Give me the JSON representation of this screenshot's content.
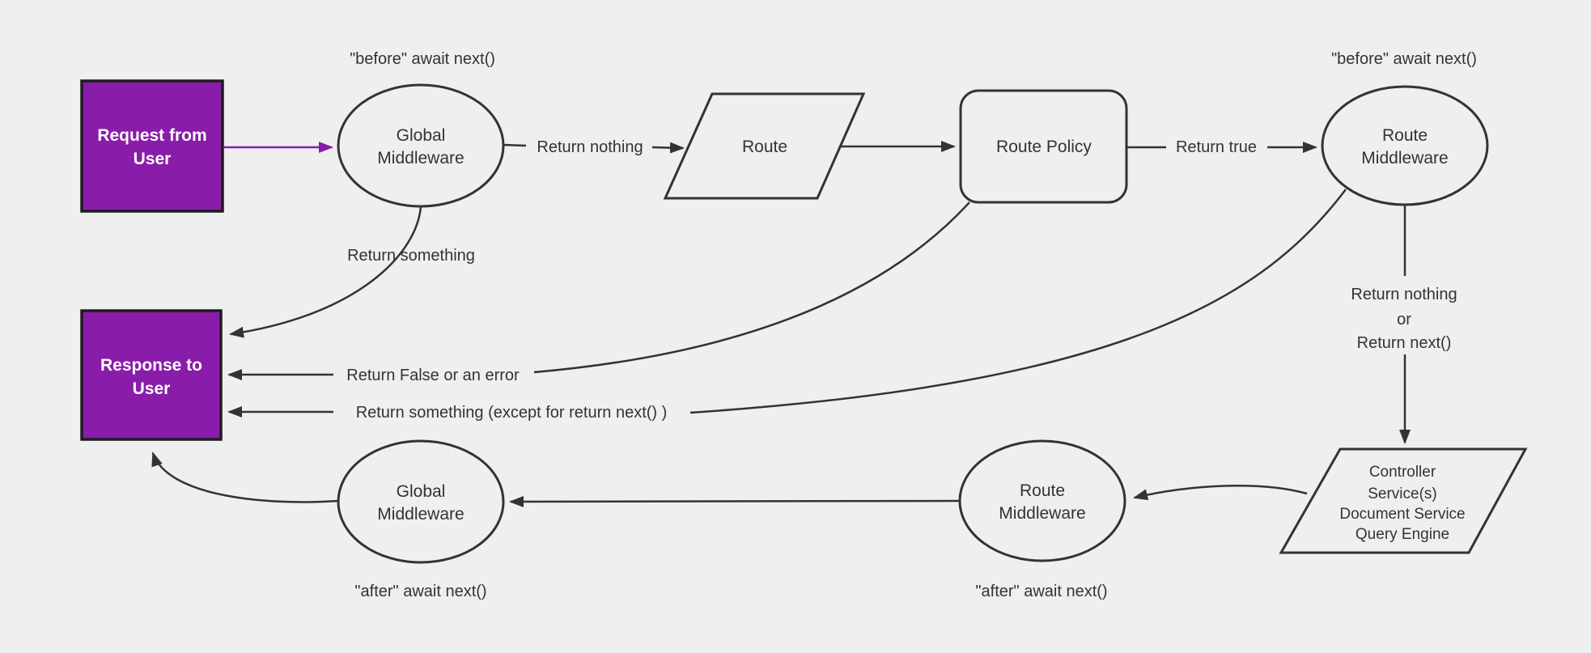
{
  "diagram": {
    "title": "Request and response lifecycle middleware flowchart",
    "colors": {
      "background": "#efefef",
      "line": "#333333",
      "terminal_fill": "#8a1caa",
      "terminal_border": "#1d1d1d",
      "terminal_text": "#ffffff",
      "purple_arrow": "#8a1caa"
    },
    "nodes": {
      "request": {
        "line1": "Request from",
        "line2": "User"
      },
      "response": {
        "line1": "Response to",
        "line2": "User"
      },
      "global_mw_top": {
        "line1": "Global",
        "line2": "Middleware"
      },
      "route": {
        "label": "Route"
      },
      "route_policy": {
        "label": "Route Policy"
      },
      "route_mw_top": {
        "line1": "Route",
        "line2": "Middleware"
      },
      "controller": {
        "line1": "Controller",
        "line2": "Service(s)",
        "line3": "Document Service",
        "line4": "Query Engine"
      },
      "route_mw_bottom": {
        "line1": "Route",
        "line2": "Middleware"
      },
      "global_mw_bottom": {
        "line1": "Global",
        "line2": "Middleware"
      }
    },
    "edge_labels": {
      "before_await_left": "\"before\" await next()",
      "before_await_right": "\"before\" await next()",
      "return_nothing": "Return nothing",
      "return_true": "Return true",
      "return_something": "Return something",
      "return_false_or_error": "Return False or an error",
      "return_something_except": "Return something (except for return next() )",
      "return_nothing_or_line1": "Return nothing",
      "return_nothing_or_line2": "or",
      "return_nothing_or_line3": "Return next()",
      "after_await_left": "\"after\" await next()",
      "after_await_right": "\"after\" await next()"
    }
  }
}
